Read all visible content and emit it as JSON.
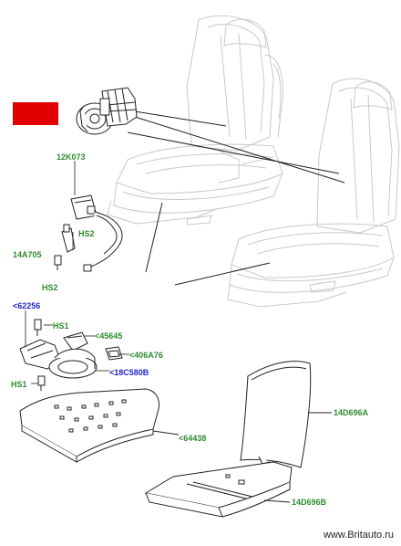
{
  "labels": {
    "p12K073": "12K073",
    "hs2a": "HS2",
    "p14A705": "14A705",
    "hs2b": "HS2",
    "p62256": "<62256",
    "hs1a": "HS1",
    "p45645": "<45645",
    "p406A76": "<406A76",
    "p18C580B": "<18C580B",
    "hs1b": "HS1",
    "p64438": "<64438",
    "p14D696A": "14D696A",
    "p14D696B": "14D696B"
  },
  "footer": "www.Britauto.ru",
  "colors": {
    "green_label": "#2e8b2e",
    "blue_label": "#2222cc",
    "highlight": "#e00000",
    "seat_outline": "#c8c8c8",
    "part_outline": "#222222"
  }
}
